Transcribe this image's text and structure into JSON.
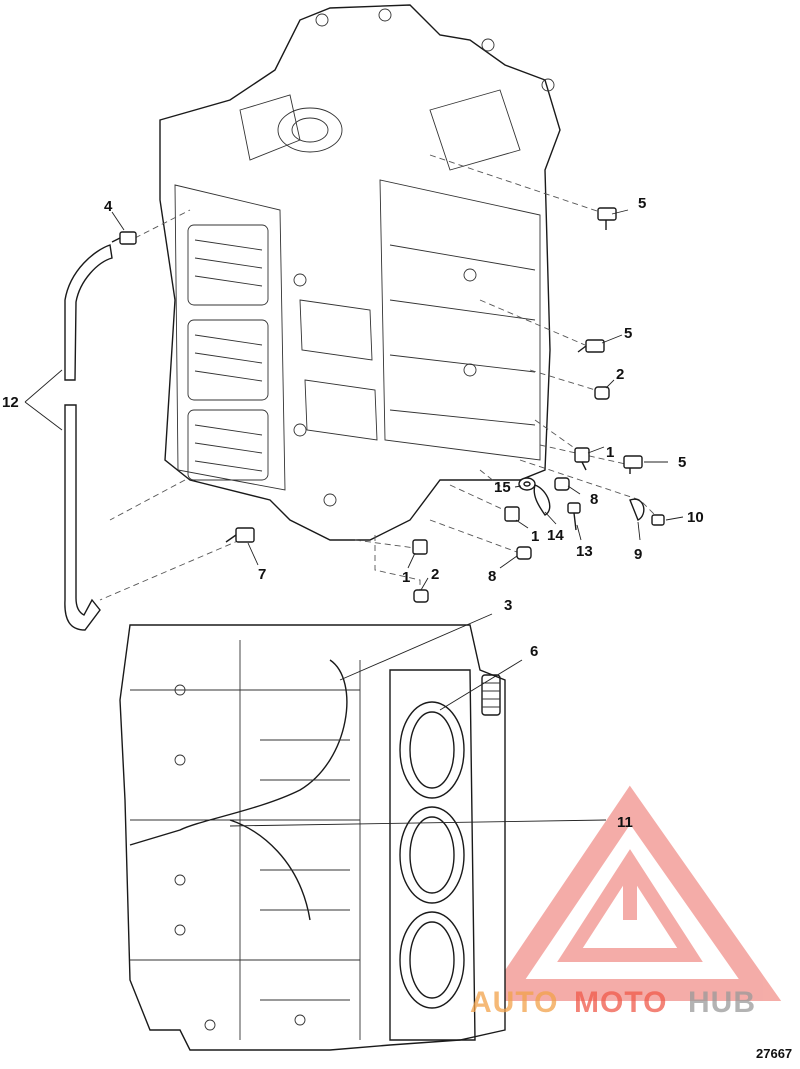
{
  "callouts": {
    "c1a": "1",
    "c1b": "1",
    "c1c": "1",
    "c2a": "2",
    "c2b": "2",
    "c3": "3",
    "c4": "4",
    "c5a": "5",
    "c5b": "5",
    "c5c": "5",
    "c6": "6",
    "c7": "7",
    "c8a": "8",
    "c8b": "8",
    "c9": "9",
    "c10": "10",
    "c11": "11",
    "c12": "12",
    "c13": "13",
    "c14": "14",
    "c15": "15"
  },
  "figure_number": "27667",
  "watermark": {
    "part1": "AUTO",
    "part2": "MOTO",
    "part3": "HUB",
    "color_primary": "#f2a24a",
    "color_secondary": "#f05a4a",
    "color_tertiary": "#9a9a9a"
  }
}
